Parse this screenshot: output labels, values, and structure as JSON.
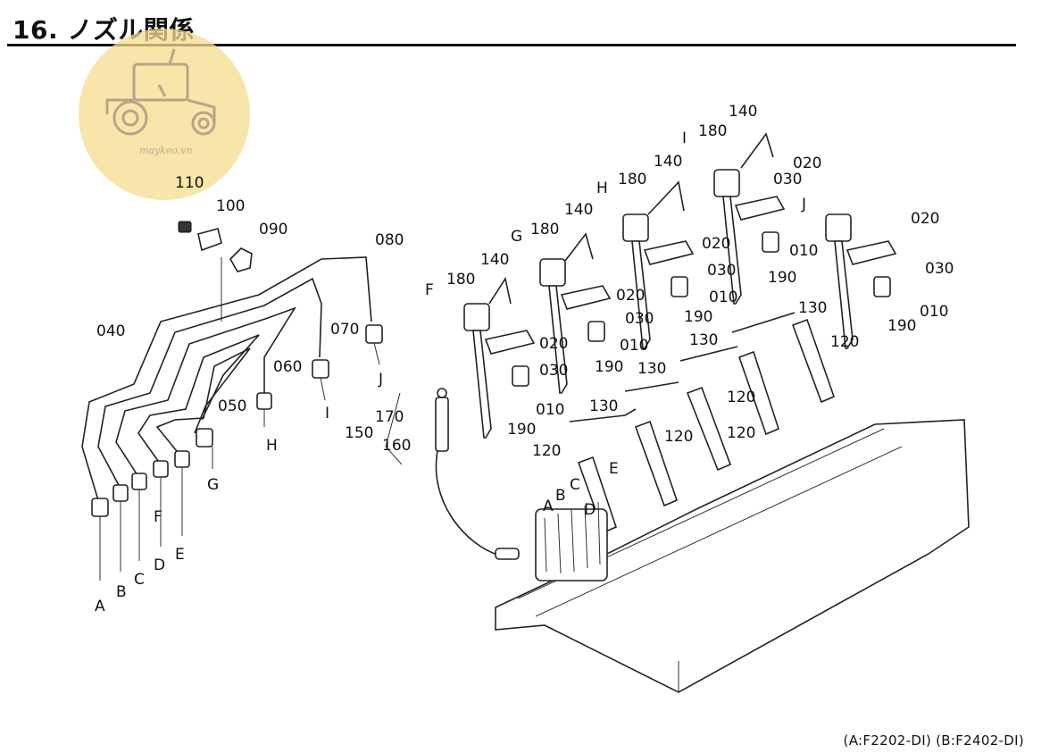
{
  "page": {
    "title": "16. ノズル関係",
    "footer_note": "(A:F2202-DI)  (B:F2402-DI)"
  },
  "watermark": {
    "text": "maykeo.vn",
    "icon": "tractor-icon",
    "color": "#f6dc8c"
  },
  "labels": {
    "p010": "010",
    "p020": "020",
    "p030": "030",
    "p040": "040",
    "p050": "050",
    "p060": "060",
    "p070": "070",
    "p080": "080",
    "p090": "090",
    "p100": "100",
    "p110": "110",
    "p120": "120",
    "p130": "130",
    "p140": "140",
    "p150": "150",
    "p160": "160",
    "p170": "170",
    "p180": "180",
    "p190": "190"
  },
  "letters": {
    "A": "A",
    "B": "B",
    "C": "C",
    "D": "D",
    "E": "E",
    "F": "F",
    "G": "G",
    "H": "H",
    "I": "I",
    "J": "J"
  }
}
